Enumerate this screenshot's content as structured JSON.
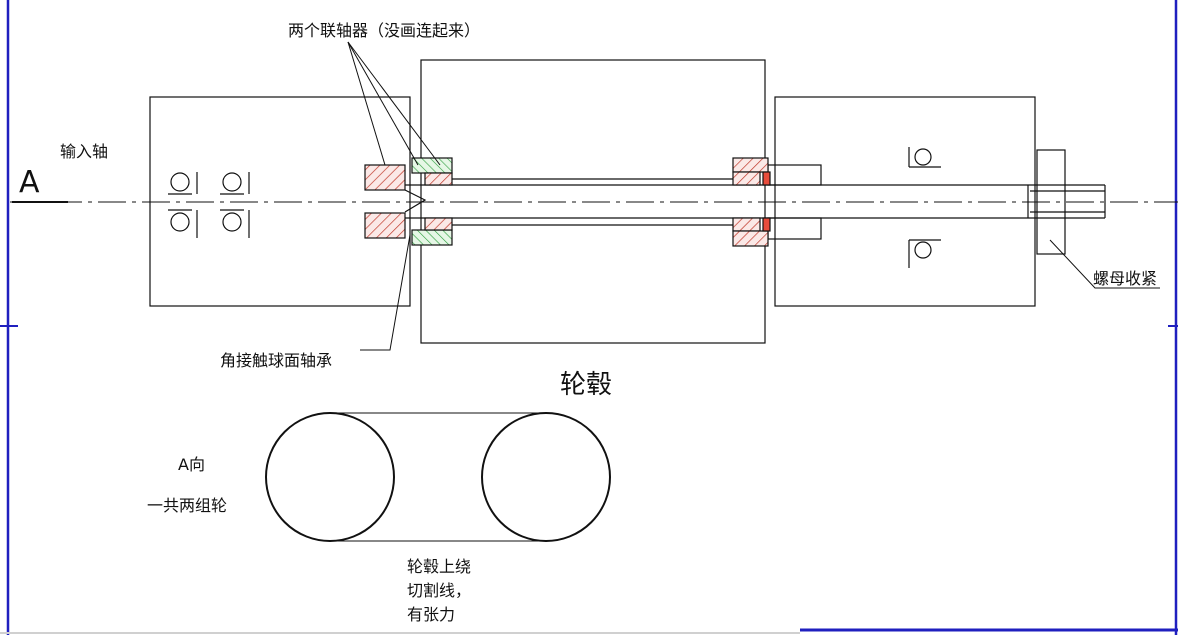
{
  "labels": {
    "couplings": "两个联轴器（没画连起来）",
    "input_shaft": "输入轴",
    "view_letter": "A",
    "bearing": "角接触球面轴承",
    "hub": "轮毂",
    "nut": "螺母收紧",
    "view_direction": "A向",
    "wheel_groups": "一共两组轮",
    "note_line1": "轮毂上绕",
    "note_line2": "切割线，",
    "note_line3": "有张力"
  },
  "colors": {
    "frame": "#1f1fbf",
    "line": "#111111",
    "coupling_hatch": "#c0392b",
    "bearing_hatch": "#2e9e3e"
  }
}
